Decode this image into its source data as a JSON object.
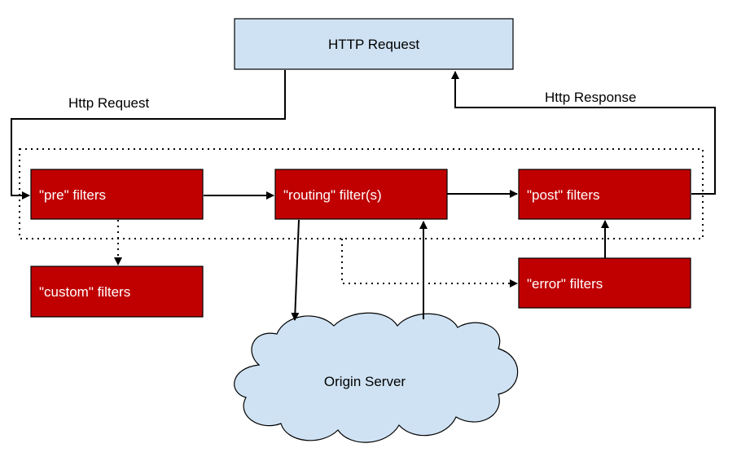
{
  "colors": {
    "filter_box": "#c00000",
    "request_box": "#cfe2f3",
    "cloud": "#cfe2f3",
    "stroke": "#000000"
  },
  "nodes": {
    "http_request": "HTTP Request",
    "pre": "\"pre\" filters",
    "routing": "\"routing\" filter(s)",
    "post": "\"post\" filters",
    "custom": "\"custom\" filters",
    "error": "\"error\" filters",
    "origin": "Origin Server"
  },
  "edges": {
    "request_label": "Http Request",
    "response_label": "Http Response"
  }
}
